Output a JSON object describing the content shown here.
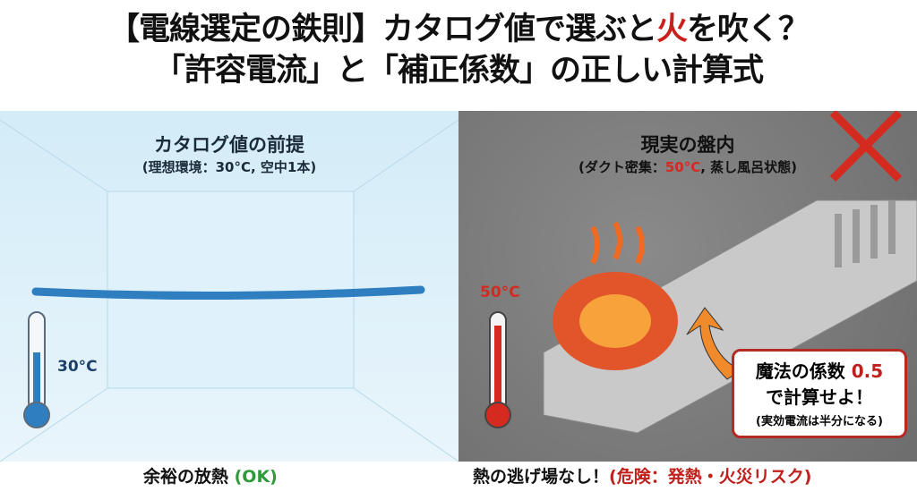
{
  "title": {
    "line1_a": "【電線選定の鉄則】カタログ値で選ぶと",
    "line1_hot": "火",
    "line1_b": "を吹く？",
    "line2": "「許容電流」と「補正係数」の正しい計算式"
  },
  "left": {
    "heading": "カタログ値の前提",
    "sub": "(理想環境：30°C, 空中1本)",
    "temp": "30°C",
    "caption_a": "余裕の放熱 ",
    "caption_ok": "(OK)"
  },
  "right": {
    "heading": "現実の盤内",
    "sub_a": "(ダクト密集：",
    "sub_hot": "50°C",
    "sub_b": ", 蒸し風呂状態)",
    "temp": "50°C",
    "caption_a": "熱の逃げ場なし！",
    "caption_danger": "(危険：発熱・火災リスク)"
  },
  "callout": {
    "line1_a": "魔法の係数 ",
    "line1_val": "0.5",
    "line2": "で計算せよ！",
    "line3": "(実効電流は半分になる)"
  },
  "colors": {
    "accent_red": "#c8201c",
    "ok_green": "#2e9a3a",
    "wire_blue": "#3d8fd0"
  }
}
